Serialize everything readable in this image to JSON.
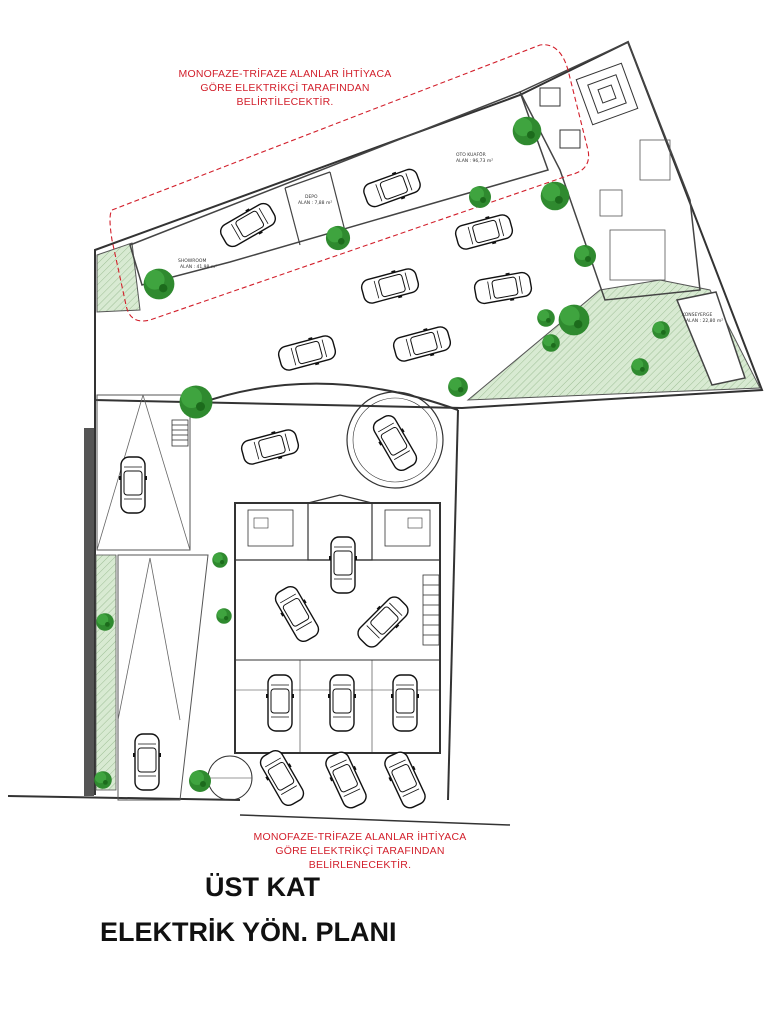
{
  "notes": {
    "top": [
      "MONOFAZE-TRİFAZE ALANLAR İHTİYACA",
      "GÖRE ELEKTRİKÇİ TARAFINDAN",
      "BELİRTİLECEKTİR."
    ],
    "bottom": [
      "MONOFAZE-TRİFAZE ALANLAR İHTİYACA",
      "GÖRE ELEKTRİKÇİ TARAFINDAN",
      "BELİRLENECEKTİR."
    ]
  },
  "title": {
    "line1": "ÜST KAT",
    "line2": "ELEKTRİK YÖN. PLANI"
  },
  "colors": {
    "annotation": "#d21f2b",
    "green_area": "#cfe3c8",
    "wall": "#444444",
    "tree": "#2f8a2f"
  }
}
